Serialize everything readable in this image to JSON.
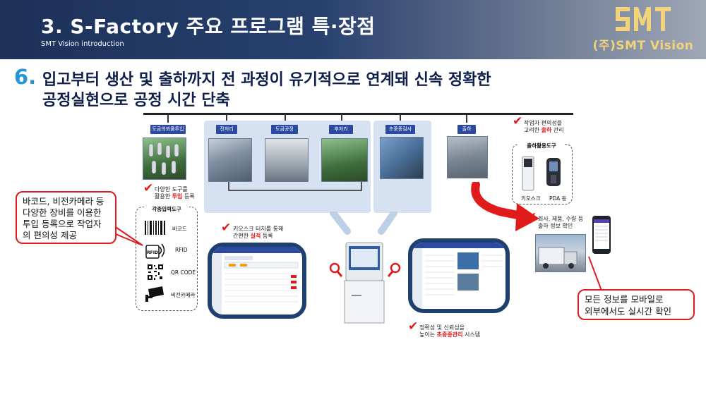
{
  "header": {
    "title": "3. S-Factory 주요 프로그램 특·장점",
    "subtitle": "SMT Vision introduction",
    "logo_text": "(주)SMT Vision"
  },
  "headline": {
    "number": "6.",
    "line1": "입고부터 생산 및 출하까지 전 과정이 유기적으로 연계돼 신속 정확한",
    "line2": "공정실현으로 공정 시간 단축"
  },
  "process": {
    "stages": [
      "도금의뢰품투입",
      "전처리",
      "도금공정",
      "후처리",
      "초중종검사",
      "출하"
    ]
  },
  "input_note": {
    "line1": "다양한 도구를",
    "line2_pre": "활용한 ",
    "line2_red": "투입",
    "line2_post": " 등록"
  },
  "input_tools": {
    "title": "각종입력도구",
    "items": [
      "바코드",
      "RFID",
      "QR CODE",
      "비전카메라"
    ],
    "rfid_icon_text": "RFID"
  },
  "left_callout": {
    "lines": [
      "바코드, 비전카메라 등",
      "다양한 장비를 이용한",
      "투입 등록으로 작업자",
      "의 편의성 제공"
    ]
  },
  "kiosk_note": {
    "line1": "키오스크 터치를 통해",
    "line2_pre": "간편한 ",
    "line2_red": "실적",
    "line2_post": " 등록"
  },
  "quality_note": {
    "line1": "정확성 및 신뢰성을",
    "line2_pre": "높이는 ",
    "line2_red": "초중종관리",
    "line2_post": " 시스템"
  },
  "shipping_note": {
    "line1": "작업자 편의성을",
    "line2_pre": "고려한 ",
    "line2_red": "출하",
    "line2_post": " 관리"
  },
  "shipping_tools": {
    "title": "출하활용도구",
    "items": [
      "키오스크",
      "PDA 등"
    ]
  },
  "confirm_note": {
    "line1": "회사, 제품, 수량 등",
    "line2": "출하 정보 확인"
  },
  "right_callout": {
    "lines": [
      "모든 정보를 모바일로",
      "외부에서도 실시간 확인"
    ]
  },
  "colors": {
    "accent_red": "#e01b1b",
    "navy": "#1f3f6e",
    "stage_tag": "#2b4aa0",
    "headline_number": "#2397d6",
    "gold": "#f2d27a"
  }
}
